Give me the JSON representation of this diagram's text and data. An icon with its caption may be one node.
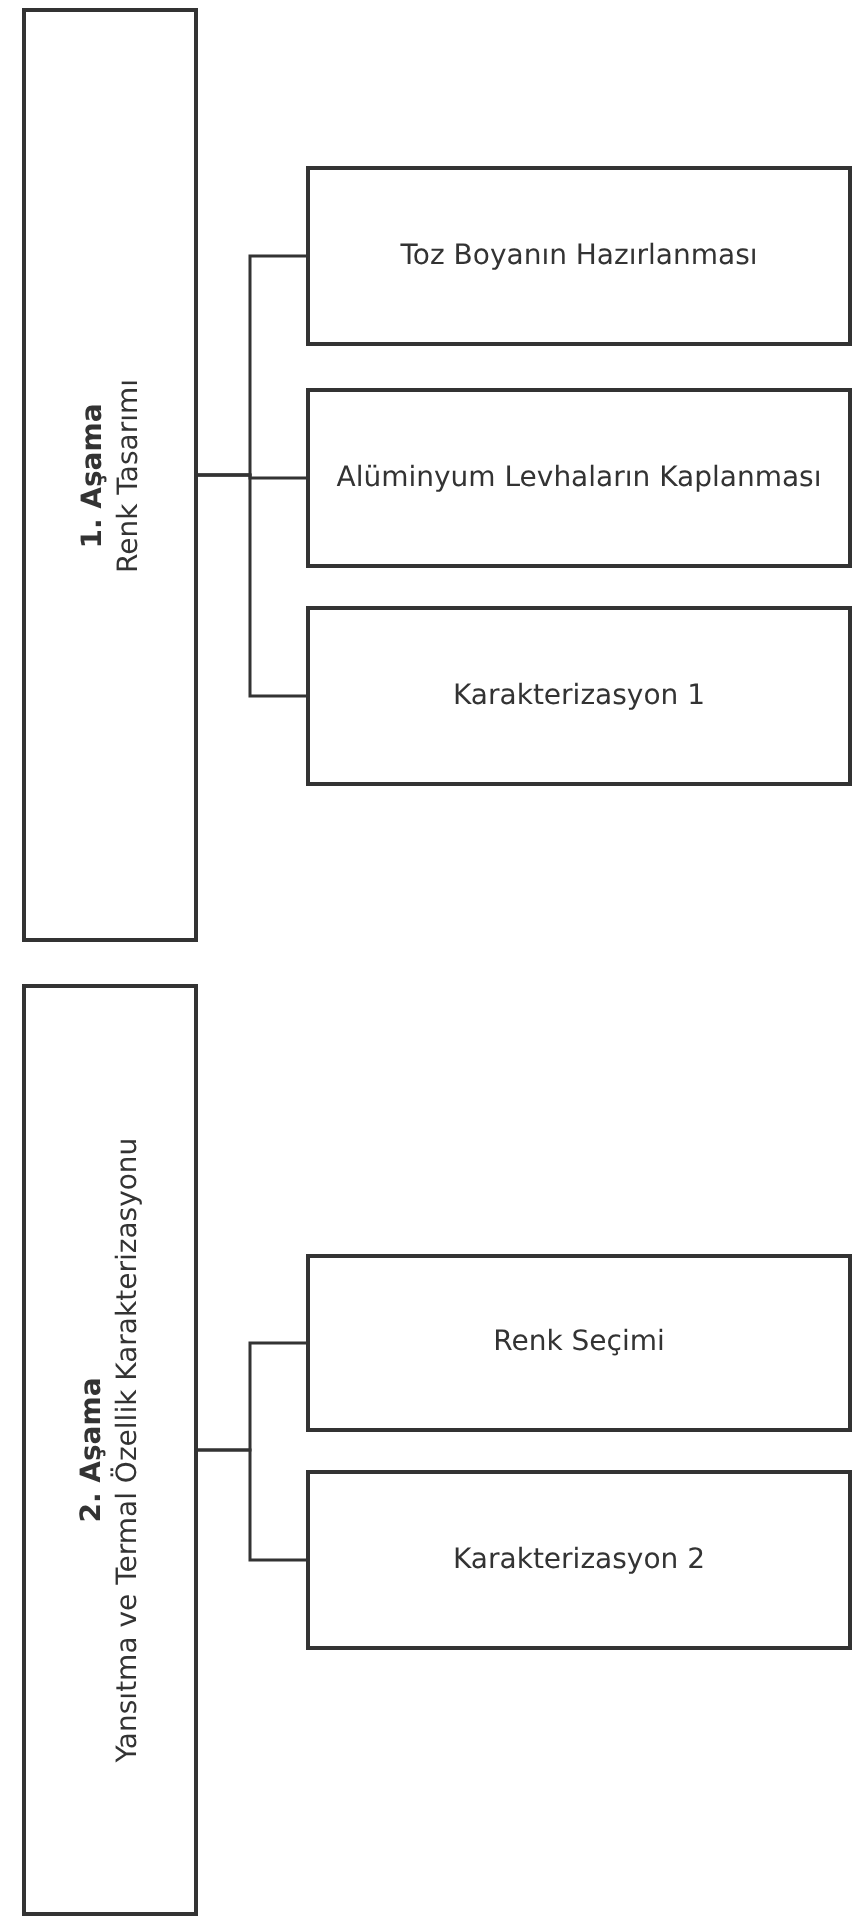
{
  "diagram": {
    "nodes": [
      {
        "text": [
          "1. Aşama",
          "Renk Tasarımı"
        ]
      },
      {
        "text": [
          "Toz Boyanın Hazırlanması"
        ]
      },
      {
        "text": [
          "Alüminyum Levhaların Kaplanması"
        ]
      },
      {
        "text": [
          "Karakterizasyon 1"
        ]
      },
      {
        "text": [
          "2. Aşama",
          "Yansıtma ve Termal Özellik Karakterizasyonu"
        ]
      },
      {
        "text": [
          "Renk Seçimi"
        ]
      },
      {
        "text": [
          "Karakterizasyon 2"
        ]
      }
    ],
    "edges": [
      {
        "from": 0,
        "to": 1,
        "arrow": "none"
      },
      {
        "from": 0,
        "to": 2,
        "arrow": "none"
      },
      {
        "from": 0,
        "to": 3,
        "arrow": "none"
      },
      {
        "from": 4,
        "to": 5,
        "arrow": "none"
      },
      {
        "from": 4,
        "to": 6,
        "arrow": "none"
      }
    ]
  }
}
